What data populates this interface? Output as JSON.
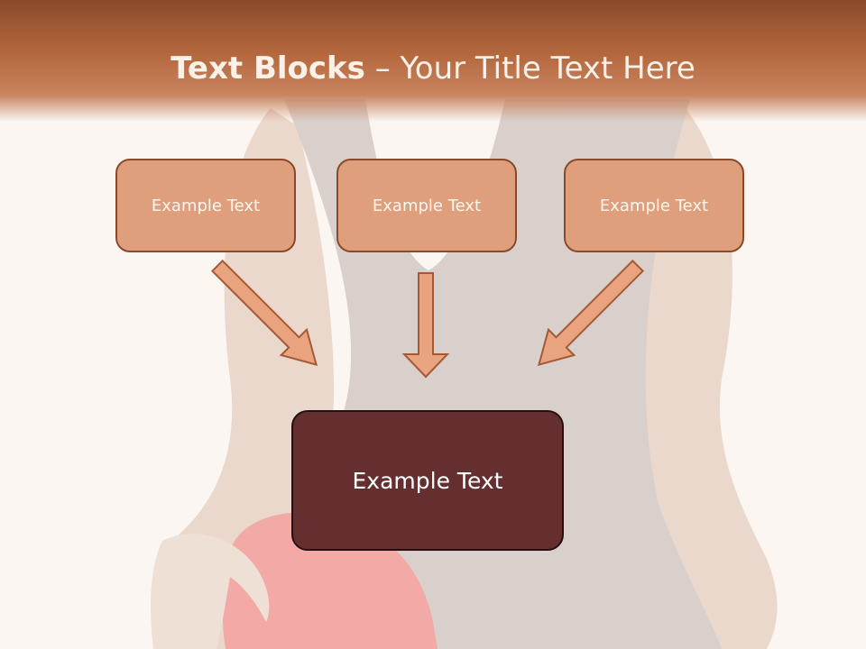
{
  "title": {
    "bold": "Text Blocks",
    "dash": " – ",
    "rest": "Your Title Text Here"
  },
  "boxes": [
    {
      "text": "Example Text"
    },
    {
      "text": "Example Text"
    },
    {
      "text": "Example Text"
    }
  ],
  "main_box": {
    "text": "Example Text"
  },
  "colors": {
    "header": "#b5683e",
    "box_fill": "#df9f7c",
    "box_border": "#8a4a2a",
    "main_fill": "#652f2f",
    "arrow_fill": "#e9a47f"
  }
}
